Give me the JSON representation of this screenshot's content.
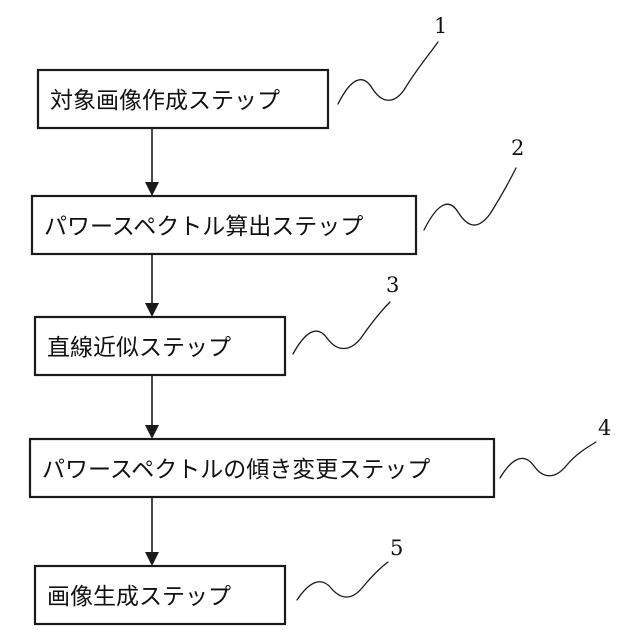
{
  "steps": [
    {
      "label": "対象画像作成ステップ",
      "number": "1"
    },
    {
      "label": "パワースペクトル算出ステップ",
      "number": "2"
    },
    {
      "label": "直線近似ステップ",
      "number": "3"
    },
    {
      "label": "パワースペクトルの傾き変更ステップ",
      "number": "4"
    },
    {
      "label": "画像生成ステップ",
      "number": "5"
    }
  ]
}
